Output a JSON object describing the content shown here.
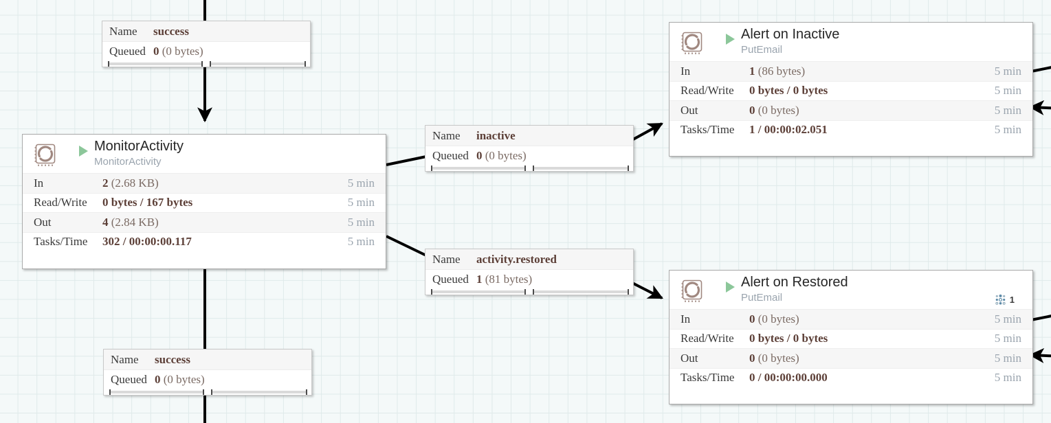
{
  "canvas": {
    "grid_color": "#dfeaea",
    "background_color": "#f4f9f9"
  },
  "processors": [
    {
      "id": "monitor-activity",
      "name": "MonitorActivity",
      "type": "MonitorActivity",
      "run_status": "running",
      "icon": "processor-chip-icon",
      "threads": null,
      "stats": [
        {
          "label": "In",
          "value_bold": "2",
          "value_rest": "(2.68 KB)",
          "time": "5 min"
        },
        {
          "label": "Read/Write",
          "value_bold": "0 bytes / 167 bytes",
          "value_rest": "",
          "time": "5 min"
        },
        {
          "label": "Out",
          "value_bold": "4",
          "value_rest": "(2.84 KB)",
          "time": "5 min"
        },
        {
          "label": "Tasks/Time",
          "value_bold": "302 / 00:00:00.117",
          "value_rest": "",
          "time": "5 min"
        }
      ]
    },
    {
      "id": "alert-on-inactive",
      "name": "Alert on Inactive",
      "type": "PutEmail",
      "run_status": "running",
      "icon": "processor-chip-icon",
      "threads": null,
      "stats": [
        {
          "label": "In",
          "value_bold": "1",
          "value_rest": "(86 bytes)",
          "time": "5 min"
        },
        {
          "label": "Read/Write",
          "value_bold": "0 bytes / 0 bytes",
          "value_rest": "",
          "time": "5 min"
        },
        {
          "label": "Out",
          "value_bold": "0",
          "value_rest": "(0 bytes)",
          "time": "5 min"
        },
        {
          "label": "Tasks/Time",
          "value_bold": "1 / 00:00:02.051",
          "value_rest": "",
          "time": "5 min"
        }
      ]
    },
    {
      "id": "alert-on-restored",
      "name": "Alert on Restored",
      "type": "PutEmail",
      "run_status": "running",
      "icon": "processor-chip-icon",
      "threads": "1",
      "stats": [
        {
          "label": "In",
          "value_bold": "0",
          "value_rest": "(0 bytes)",
          "time": "5 min"
        },
        {
          "label": "Read/Write",
          "value_bold": "0 bytes / 0 bytes",
          "value_rest": "",
          "time": "5 min"
        },
        {
          "label": "Out",
          "value_bold": "0",
          "value_rest": "(0 bytes)",
          "time": "5 min"
        },
        {
          "label": "Tasks/Time",
          "value_bold": "0 / 00:00:00.000",
          "value_rest": "",
          "time": "5 min"
        }
      ]
    }
  ],
  "connections": [
    {
      "id": "success-top",
      "name_key": "Name",
      "name_value": "success",
      "queued_key": "Queued",
      "queued_bold": "0",
      "queued_rest": "(0 bytes)"
    },
    {
      "id": "inactive",
      "name_key": "Name",
      "name_value": "inactive",
      "queued_key": "Queued",
      "queued_bold": "0",
      "queued_rest": "(0 bytes)"
    },
    {
      "id": "activity-restored",
      "name_key": "Name",
      "name_value": "activity.restored",
      "queued_key": "Queued",
      "queued_bold": "1",
      "queued_rest": "(81 bytes)"
    },
    {
      "id": "success-bottom",
      "name_key": "Name",
      "name_value": "success",
      "queued_key": "Queued",
      "queued_bold": "0",
      "queued_rest": "(0 bytes)"
    }
  ]
}
